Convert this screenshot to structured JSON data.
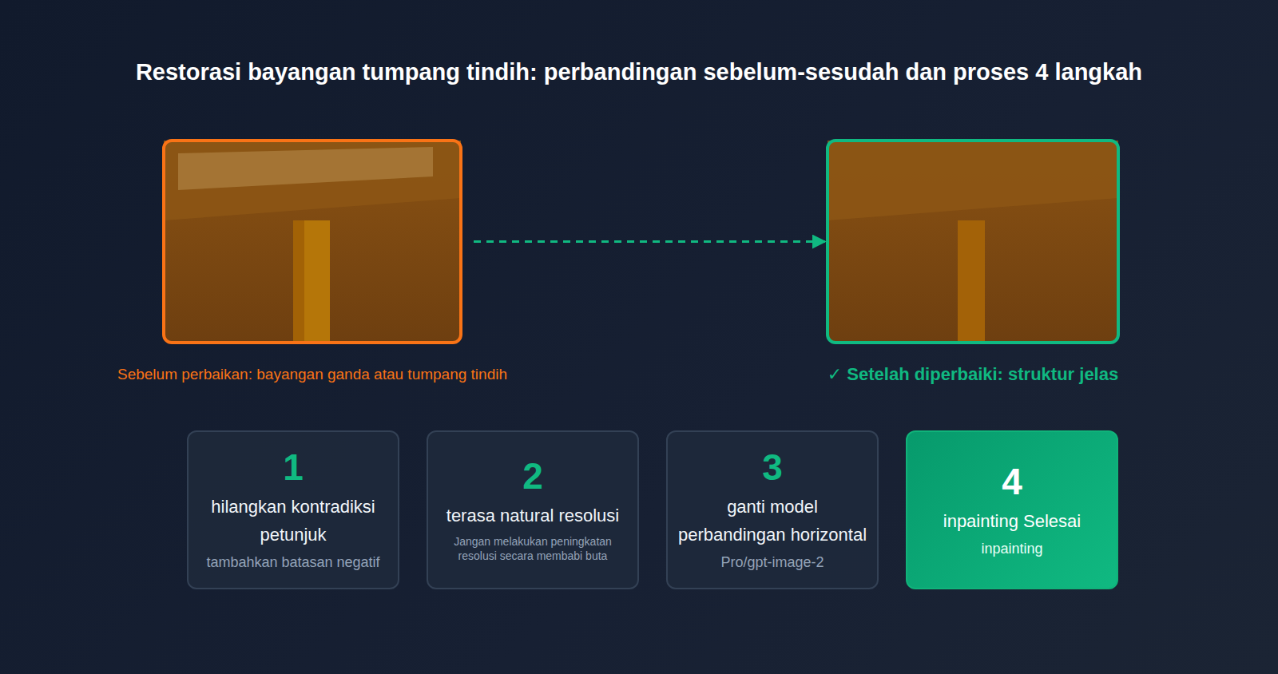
{
  "diagram": {
    "title": "Restorasi bayangan tumpang tindih: perbandingan sebelum-sesudah dan proses 4 langkah",
    "nodes": [
      {
        "text": [
          "Sebelum perbaikan: bayangan ganda atau tumpang tindih"
        ]
      },
      {
        "text": [
          "✓ Setelah diperbaiki: struktur jelas"
        ]
      },
      {
        "text": [
          "1",
          "hilangkan kontradiksi petunjuk",
          "tambahkan batasan negatif"
        ]
      },
      {
        "text": [
          "2",
          "terasa natural resolusi",
          "Jangan melakukan peningkatan resolusi secara membabi buta"
        ]
      },
      {
        "text": [
          "3",
          "ganti model perbandingan horizontal",
          "Pro/gpt-image-2"
        ]
      },
      {
        "text": [
          "4",
          "inpainting Selesai",
          "inpainting"
        ]
      }
    ],
    "edges": [
      {
        "from": 0,
        "to": 1,
        "arrow": "to"
      }
    ]
  }
}
